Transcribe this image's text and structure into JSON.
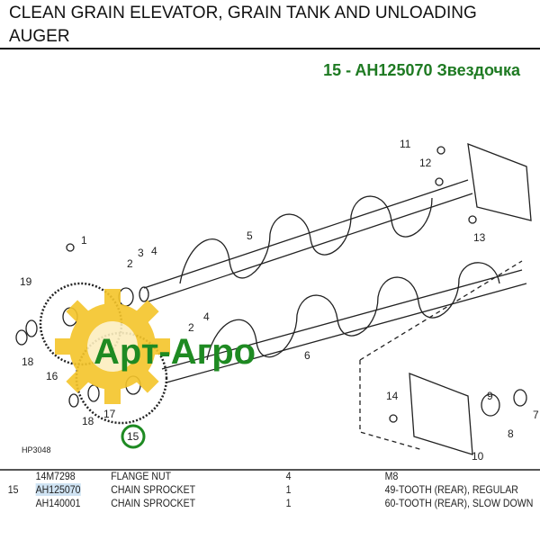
{
  "header": {
    "title": "CLEAN GRAIN ELEVATOR, GRAIN TANK AND UNLOADING AUGER",
    "subtitle": "15 - AH125070 Звездочка"
  },
  "diagram": {
    "figure_id": "HP3048",
    "watermark": "Арт-Агро",
    "highlight_color": "#1e8a22",
    "callouts": [
      "11",
      "12",
      "13",
      "1",
      "2",
      "3",
      "4",
      "5",
      "19",
      "2",
      "4",
      "18",
      "16",
      "6",
      "14",
      "18",
      "17",
      "15",
      "9",
      "8",
      "7",
      "10"
    ]
  },
  "parts_table": {
    "rows": [
      {
        "ref": "",
        "part": "14M7298",
        "description": "FLANGE NUT",
        "qty": "4",
        "remarks": "M8"
      },
      {
        "ref": "15",
        "part": "AH125070",
        "description": "CHAIN SPROCKET",
        "qty": "1",
        "remarks": "49-TOOTH (REAR), REGULAR"
      },
      {
        "ref": "",
        "part": "AH140001",
        "description": "CHAIN SPROCKET",
        "qty": "1",
        "remarks": "60-TOOTH (REAR), SLOW DOWN"
      }
    ]
  }
}
